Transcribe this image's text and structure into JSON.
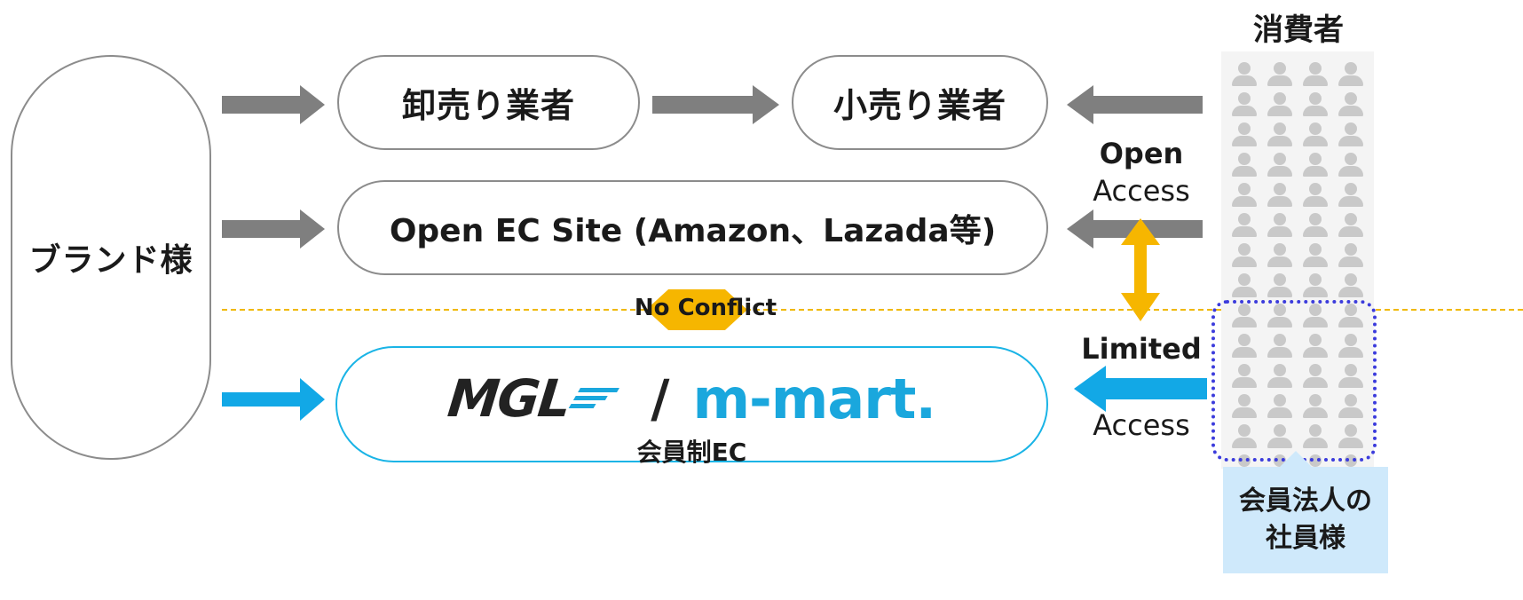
{
  "nodes": {
    "brand": "ブランド様",
    "wholesale": "卸売り業者",
    "retail": "小売り業者",
    "open_ec": "Open EC Site (Amazon、Lazada等)",
    "member_ec_logo_left": "MGL",
    "member_ec_slash": "/",
    "member_ec_logo_right": "m-mart.",
    "member_ec_label": "会員制EC"
  },
  "consumers": {
    "title": "消費者",
    "member_line1": "会員法人の",
    "member_line2": "社員様"
  },
  "access": {
    "open_bold": "Open",
    "open_rest": "Access",
    "limited_bold": "Limited",
    "limited_rest": "Access"
  },
  "separator": {
    "label": "No Conflict"
  },
  "colors": {
    "gray_arrow": "#7f7f7f",
    "blue_arrow": "#12a8e6",
    "gold": "#f6b600",
    "member_box": "#3c3cdc"
  }
}
